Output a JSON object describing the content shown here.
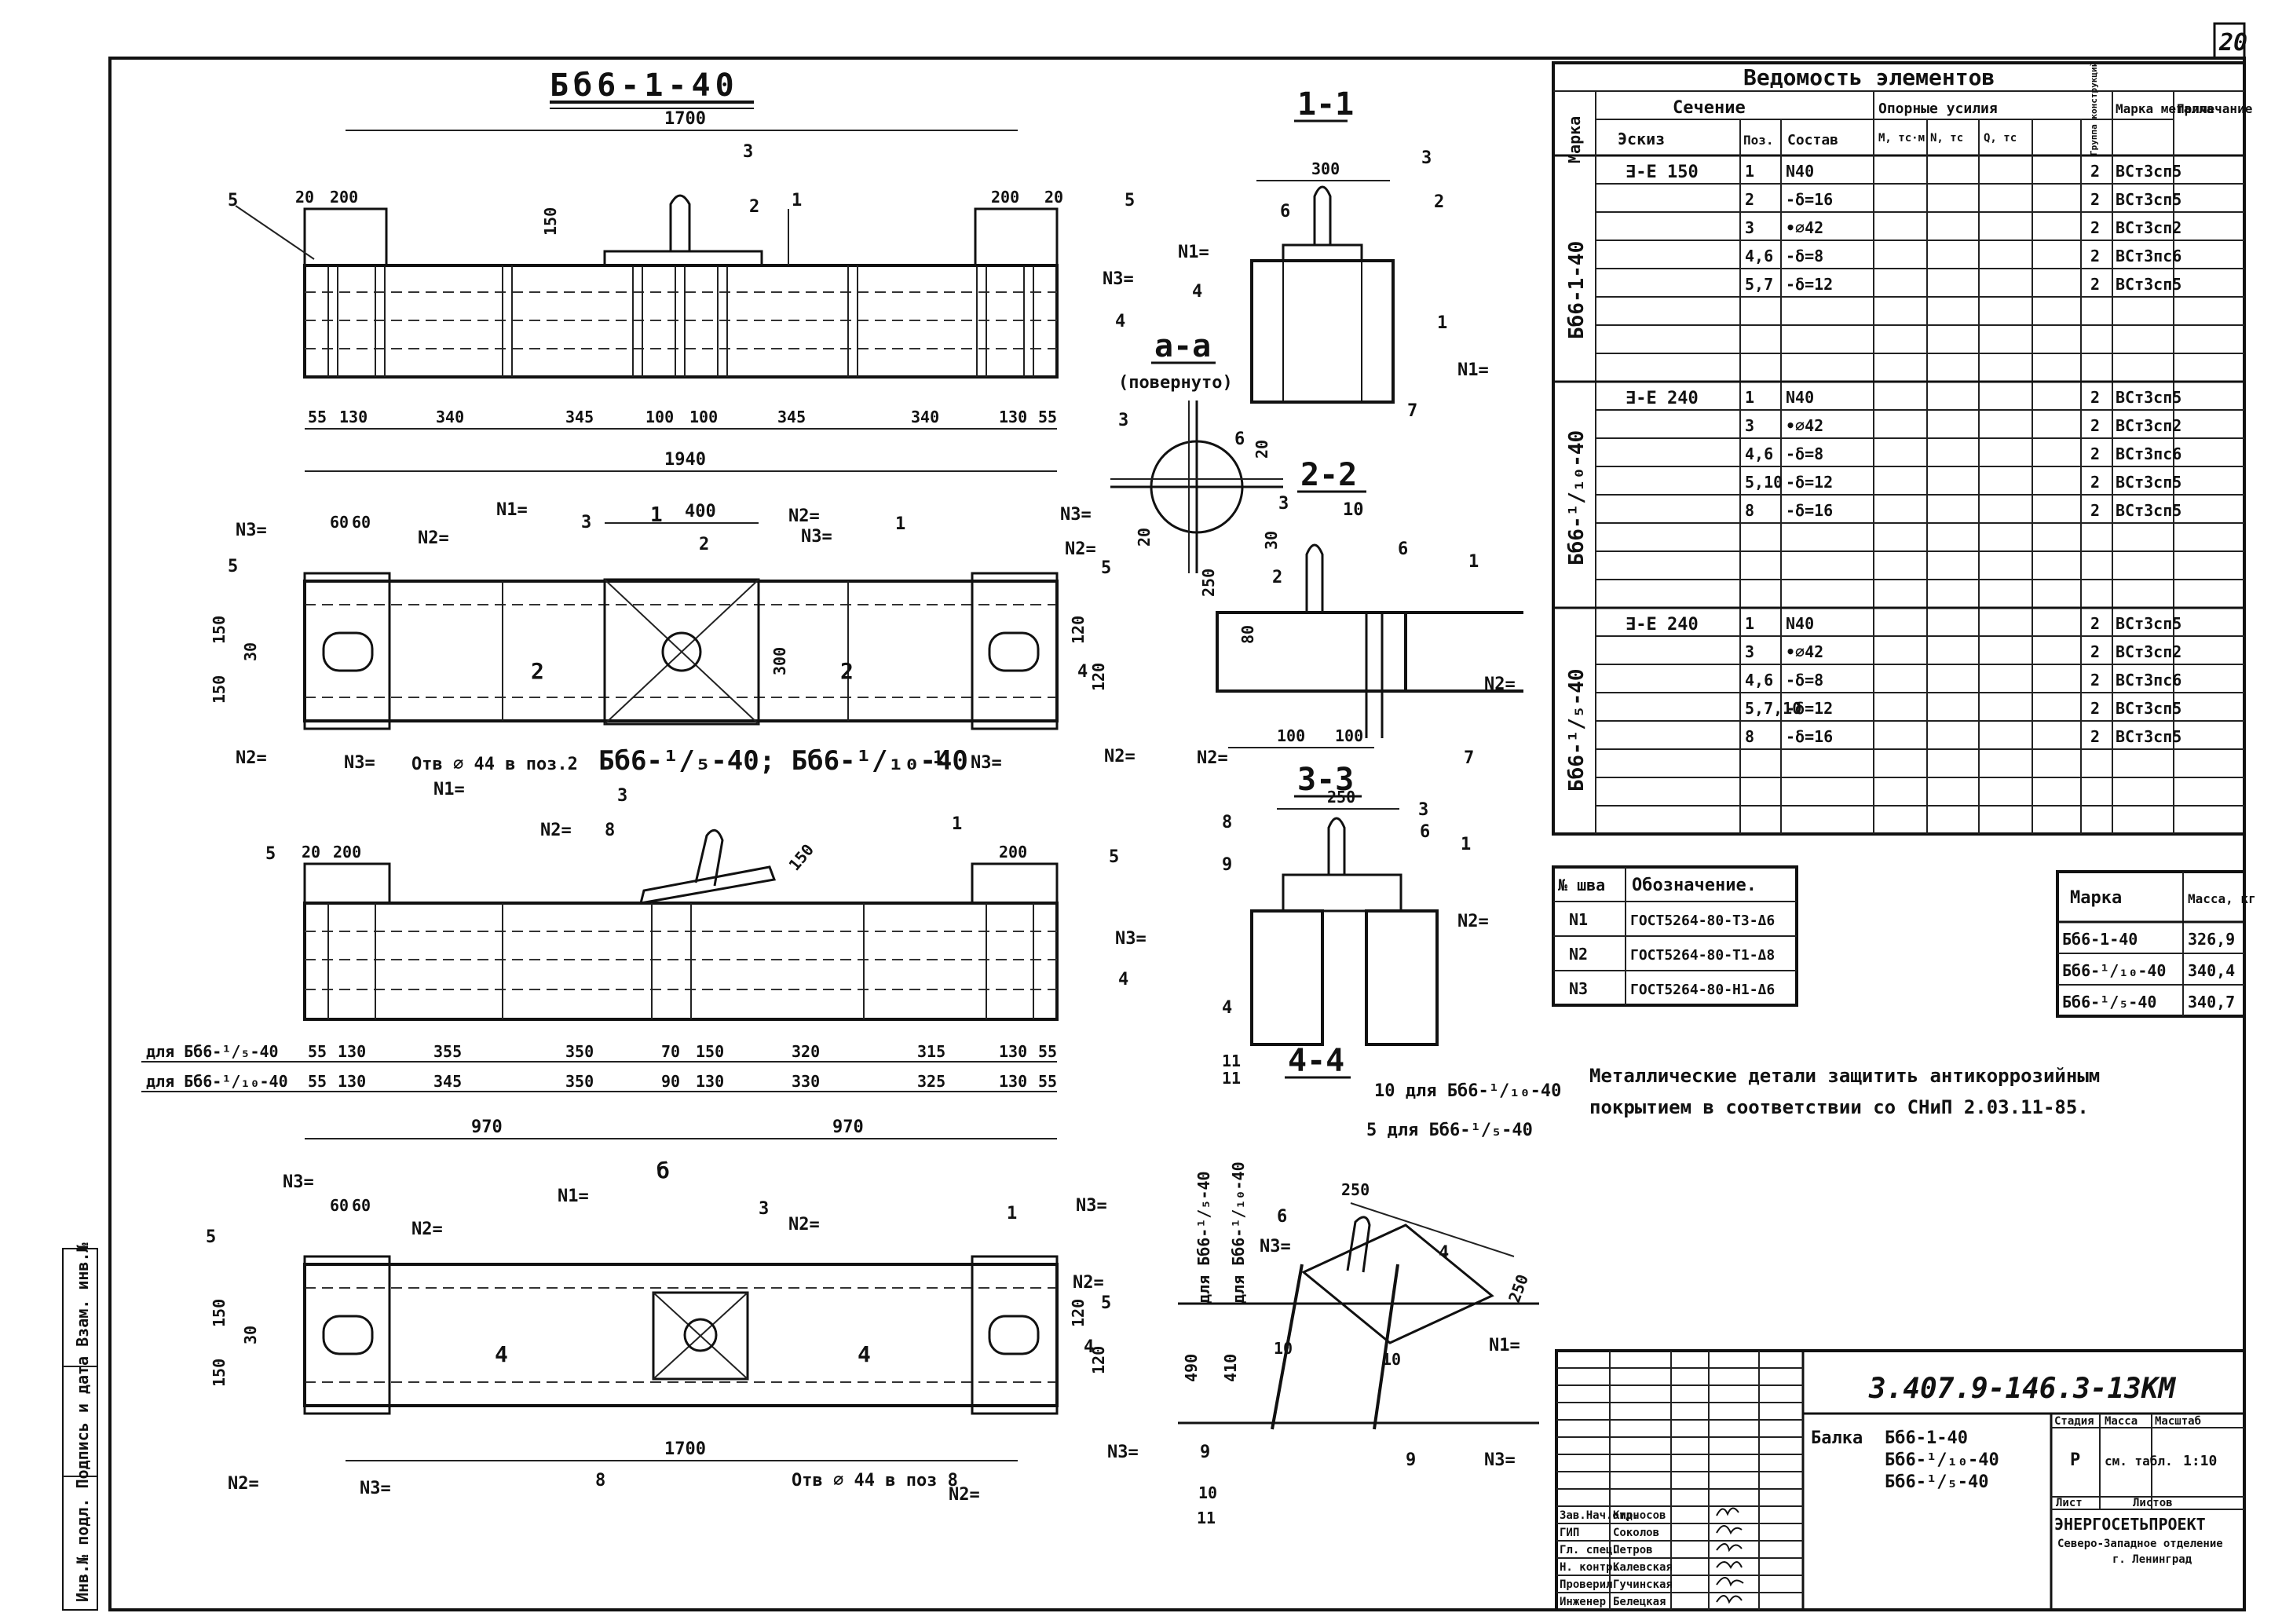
{
  "sheet_number": "20",
  "views": {
    "main_title": "Бб6-1-40",
    "plan_title": "Бб6-¹/₅-40; Бб6-¹/₁₀-40",
    "section_1": "1-1",
    "section_2": "2-2",
    "section_3": "3-3",
    "section_4": "4-4",
    "section_a": "а-а",
    "section_a_note": "(повернуто)",
    "marker_1": "1",
    "marker_2": "2",
    "marker_4": "4",
    "marker_b": "б",
    "hole_note_1": "Отв ⌀ 44 в поз.2",
    "hole_note_2": "Отв ⌀ 44 в поз 8",
    "note_10": "10 для Бб6-¹/₁₀-40",
    "note_5": "5 для Бб6-¹/₅-40",
    "side_label_1": "для Бб6-¹/₅-40",
    "side_label_2": "для Бб6-¹/₁₀-40"
  },
  "dims": {
    "d1700": "1700",
    "d1940": "1940",
    "d1700b": "1700",
    "d20": "20",
    "d200": "200",
    "d150": "150",
    "d300": "300",
    "d400": "400",
    "d250": "250",
    "d970": "970",
    "d60": "60",
    "d120": "120",
    "d80": "80",
    "d30": "30",
    "d100": "100",
    "d410": "410",
    "d490": "490",
    "row_a": [
      "55",
      "130",
      "340",
      "345",
      "100",
      "100",
      "345",
      "340",
      "130",
      "55"
    ],
    "row_5": [
      "55",
      "130",
      "355",
      "350",
      "70",
      "150",
      "320",
      "315",
      "130",
      "55"
    ],
    "row_10": [
      "55",
      "130",
      "345",
      "350",
      "90",
      "130",
      "330",
      "325",
      "130",
      "55"
    ]
  },
  "welds": {
    "n1": "N1=",
    "n2": "N2=",
    "n3": "N3="
  },
  "positions": [
    "1",
    "2",
    "3",
    "4",
    "5",
    "6",
    "7",
    "8",
    "9",
    "10",
    "11"
  ],
  "vedomost": {
    "title": "Ведомость элементов",
    "h_marka": "Марка",
    "h_sechenie": "Сечение",
    "h_eskiz": "Эскиз",
    "h_poz": "Поз.",
    "h_sostav": "Состав",
    "h_opornye": "Опорные усилия",
    "h_m": "M, тс·м",
    "h_n": "N, тс",
    "h_q": "Q, тс",
    "h_gruppa": "Группа конструкций",
    "h_marka_metalla": "Марка металла",
    "h_primechanie": "Примечание",
    "groups": [
      {
        "marka": "Бб6-1-40",
        "sketch": "∃-Е 150",
        "rows": [
          {
            "poz": "1",
            "sostav": "N40",
            "gr": "2",
            "met": "ВСт3сп5"
          },
          {
            "poz": "2",
            "sostav": "-δ=16",
            "gr": "2",
            "met": "ВСт3сп5"
          },
          {
            "poz": "3",
            "sostav": "•⌀42",
            "gr": "2",
            "met": "ВСт3сп2"
          },
          {
            "poz": "4,6",
            "sostav": "-δ=8",
            "gr": "2",
            "met": "ВСт3пс6"
          },
          {
            "poz": "5,7",
            "sostav": "-δ=12",
            "gr": "2",
            "met": "ВСт3сп5"
          }
        ]
      },
      {
        "marka": "Бб6-¹/₁₀-40",
        "sketch": "∃-Е 240",
        "rows": [
          {
            "poz": "1",
            "sostav": "N40",
            "gr": "2",
            "met": "ВСт3сп5"
          },
          {
            "poz": "3",
            "sostav": "•⌀42",
            "gr": "2",
            "met": "ВСт3сп2"
          },
          {
            "poz": "4,6",
            "sostav": "-δ=8",
            "gr": "2",
            "met": "ВСт3пс6"
          },
          {
            "poz": "5,10",
            "sostav": "-δ=12",
            "gr": "2",
            "met": "ВСт3сп5"
          },
          {
            "poz": "8",
            "sostav": "-δ=16",
            "gr": "2",
            "met": "ВСт3сп5"
          }
        ]
      },
      {
        "marka": "Бб6-¹/₅-40",
        "sketch": "∃-Е 240",
        "rows": [
          {
            "poz": "1",
            "sostav": "N40",
            "gr": "2",
            "met": "ВСт3сп5"
          },
          {
            "poz": "3",
            "sostav": "•⌀42",
            "gr": "2",
            "met": "ВСт3сп2"
          },
          {
            "poz": "4,6",
            "sostav": "-δ=8",
            "gr": "2",
            "met": "ВСт3пс6"
          },
          {
            "poz": "5,7,10",
            "sostav": "-δ=12",
            "gr": "2",
            "met": "ВСт3сп5"
          },
          {
            "poz": "8",
            "sostav": "-δ=16",
            "gr": "2",
            "met": "ВСт3сп5"
          }
        ]
      }
    ]
  },
  "weld_table": {
    "h_no": "№ шва",
    "h_oboz": "Обозначение.",
    "rows": [
      {
        "no": "N1",
        "oboz": "ГОСТ5264-80-Т3-Δ6"
      },
      {
        "no": "N2",
        "oboz": "ГОСТ5264-80-Т1-Δ8"
      },
      {
        "no": "N3",
        "oboz": "ГОСТ5264-80-Н1-Δ6"
      }
    ]
  },
  "mass_table": {
    "h_marka": "Марка",
    "h_massa": "Масса, кг",
    "rows": [
      {
        "marka": "Бб6-1-40",
        "massa": "326,9"
      },
      {
        "marka": "Бб6-¹/₁₀-40",
        "massa": "340,4"
      },
      {
        "marka": "Бб6-¹/₅-40",
        "massa": "340,7"
      }
    ]
  },
  "note": {
    "line1": "Металлические детали защитить антикоррозийным",
    "line2": "покрытием в соответствии со СНиП 2.03.11-85."
  },
  "stamp": {
    "code": "3.407.9-146.3-13КМ",
    "item": "Балка",
    "marks": [
      "Бб6-1-40",
      "Бб6-¹/₁₀-40",
      "Бб6-¹/₅-40"
    ],
    "h_stadia": "Стадия",
    "h_massa": "Масса",
    "h_masshtab": "Масштаб",
    "stadia": "Р",
    "massa": "см. табл.",
    "masshtab": "1:10",
    "list": "Лист",
    "listov": "Листов",
    "org1": "ЭНЕРГОСЕТЬПРОЕКТ",
    "org2": "Северо-Западное отделение",
    "org3": "г. Ленинград",
    "people": [
      {
        "role": "Зав.Нач.отд.",
        "name": "Кирносов"
      },
      {
        "role": "ГИП",
        "name": "Соколов"
      },
      {
        "role": "Гл. спец.",
        "name": "Петров"
      },
      {
        "role": "Н. контр.",
        "name": "Калевская"
      },
      {
        "role": "Проверил",
        "name": "Гучинская"
      },
      {
        "role": "Инженер",
        "name": "Белецкая"
      }
    ]
  },
  "left_strip": "Инв.№ подл. Подпись и дата Взам. инв.№"
}
